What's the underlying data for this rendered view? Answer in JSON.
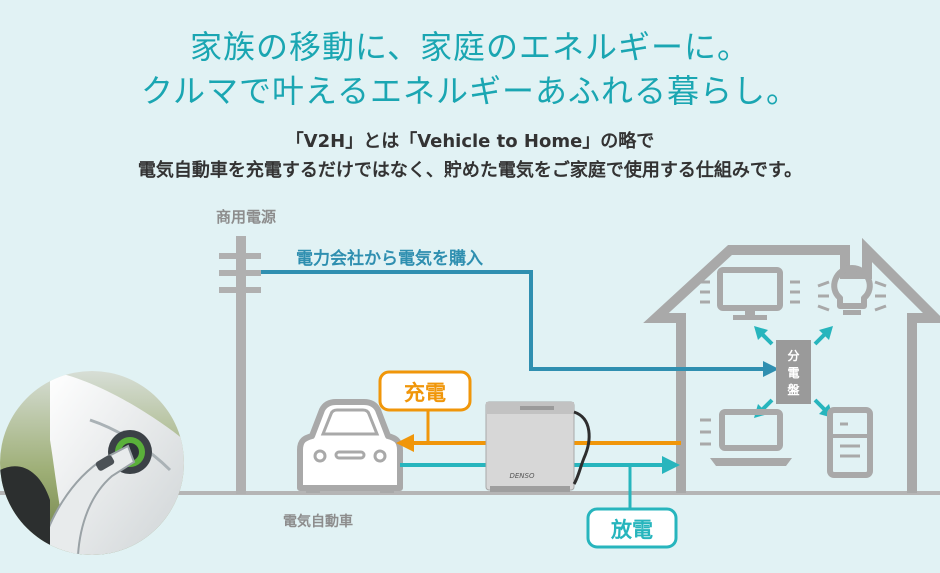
{
  "headline": {
    "line1": "家族の移動に、家庭のエネルギーに。",
    "line2": "クルマで叶えるエネルギーあふれる暮らし。"
  },
  "subtext": {
    "line1": "「V2H」とは「Vehicle to Home」の略で",
    "line2": "電気自動車を充電するだけではなく、貯めた電気をご家庭で使用する仕組みです。"
  },
  "diagram": {
    "grid_power_label": "商用電源",
    "purchase_label": "電力会社から電気を購入",
    "charge_label": "充電",
    "discharge_label": "放電",
    "ev_label": "電気自動車",
    "panel_label": [
      "分",
      "電",
      "盤"
    ],
    "v2h_brand": "DENSO",
    "colors": {
      "purchase": "#2f8fb0",
      "charge": "#f0960a",
      "discharge": "#27b5bd",
      "house": "#a9a9a9",
      "text_gray": "#8d8d8d",
      "teal": "#1aa6b2"
    }
  }
}
